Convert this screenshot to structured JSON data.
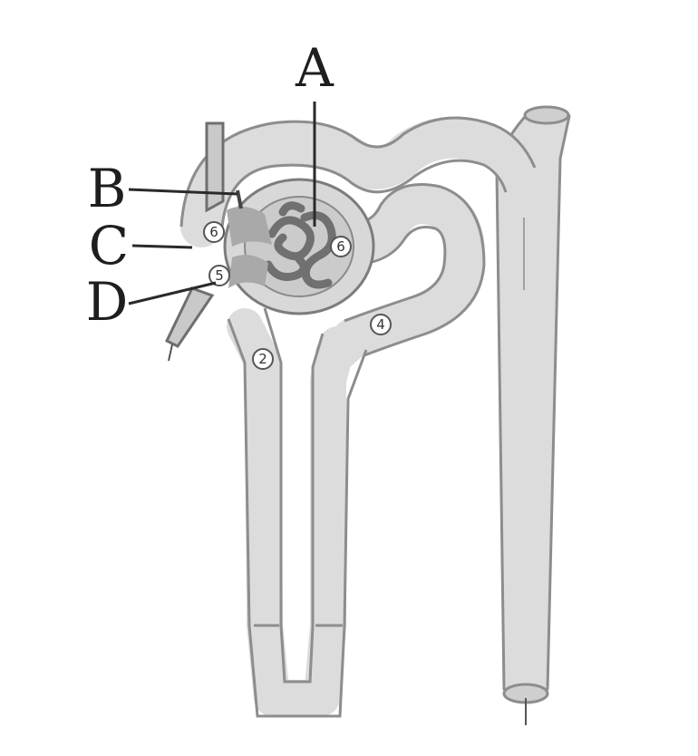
{
  "labels": {
    "a": "A",
    "b": "B",
    "c": "C",
    "d": "D"
  },
  "marker_digits": {
    "m1": "6",
    "m2": "6",
    "m3": "5",
    "m4": "2",
    "m5": "4"
  }
}
